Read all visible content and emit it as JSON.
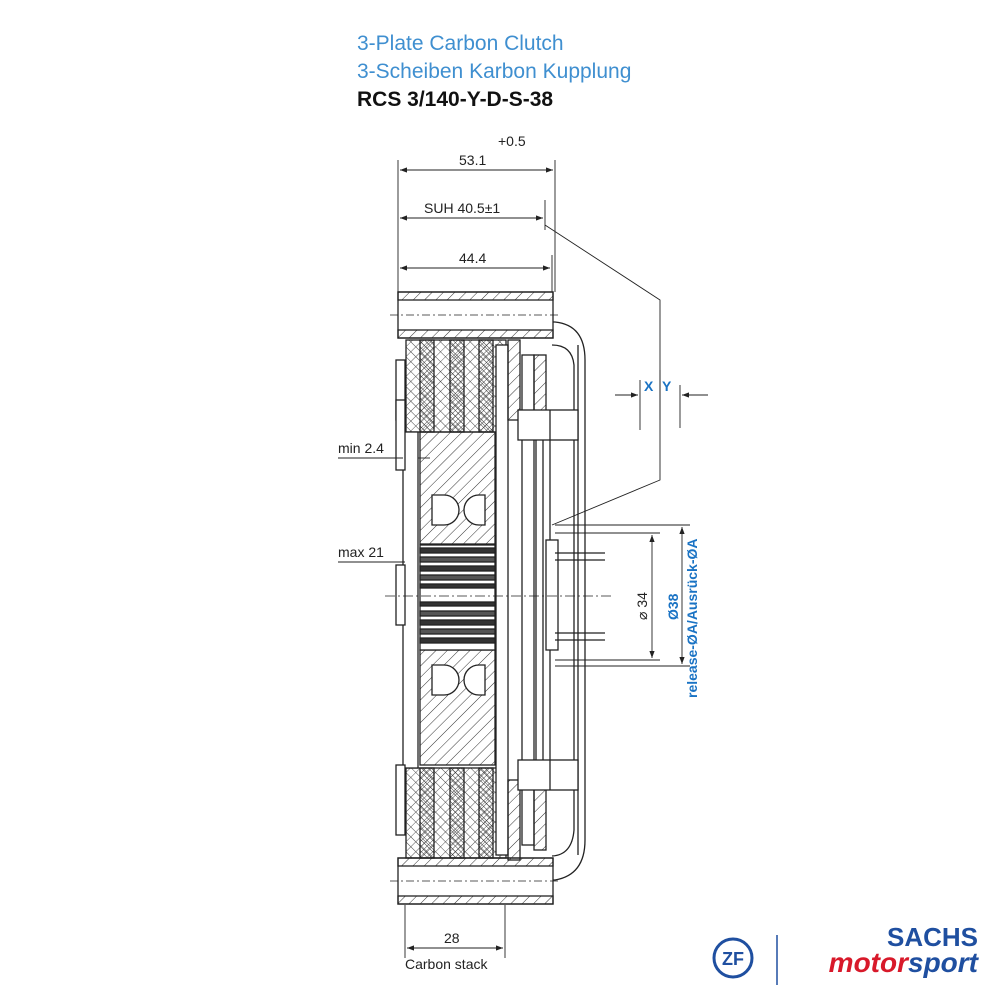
{
  "title": {
    "line1": "3-Plate Carbon Clutch",
    "line2": "3-Scheiben Karbon Kupplung",
    "model": "RCS 3/140-Y-D-S-38"
  },
  "dimensions": {
    "tolerance": "+0.5",
    "overall_length": "53.1",
    "suh": "SUH 40.5±1",
    "length_44": "44.4",
    "min": "min 2.4",
    "max": "max 21",
    "x_label": "X",
    "y_label": "Y",
    "d34": "⌀ 34",
    "d38": "Ø38",
    "release": "release-ØA/Ausrück-ØA",
    "stack_value": "28",
    "stack_label": "Carbon stack"
  },
  "logo": {
    "zf": "ZF",
    "sachs": "SACHS",
    "motor": "motor",
    "sport": "sport"
  },
  "colors": {
    "title_blue": "#3f8fd0",
    "annotation_blue": "#1a73c4",
    "sachs_blue": "#1f4fa0",
    "motor_red": "#d8192a"
  }
}
